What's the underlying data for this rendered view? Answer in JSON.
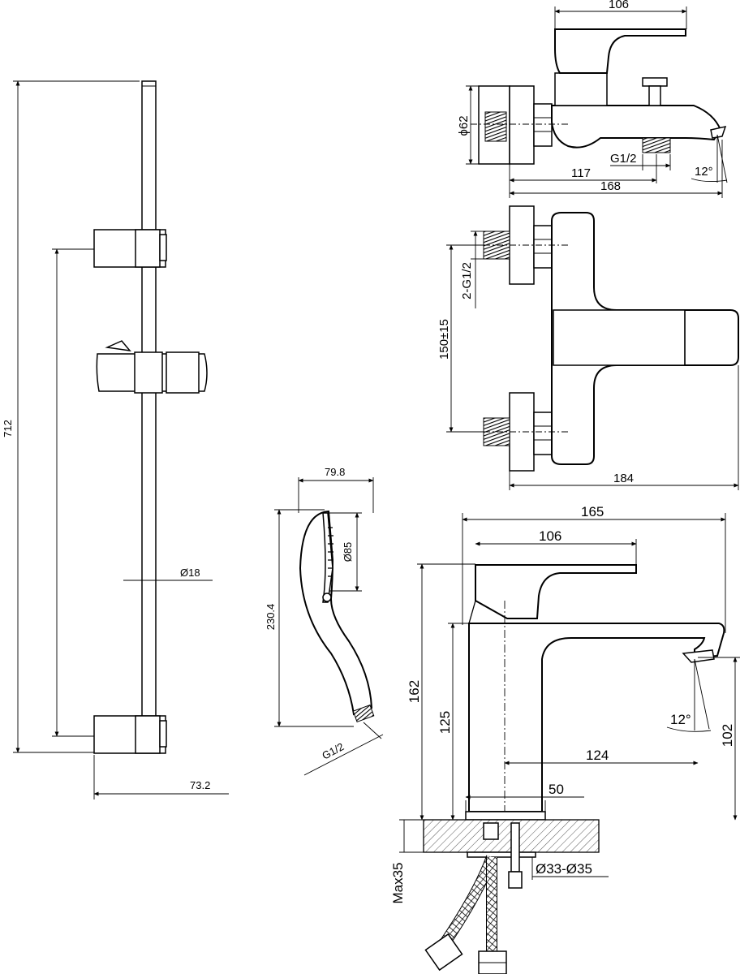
{
  "shower_rail": {
    "height": "712",
    "pipe_diameter": "Ø18",
    "bracket_depth": "73.2"
  },
  "hand_shower": {
    "width": "79.8",
    "head_diameter": "Ø85",
    "length": "230.4",
    "thread": "G1/2"
  },
  "bath_mixer": {
    "handle_width": "106",
    "flange_diameter": "ϕ62",
    "outlet_thread": "G1/2",
    "spout_reach": "117",
    "total_depth": "168",
    "spout_angle": "12°",
    "inlet_thread": "2-G1/2",
    "inlet_spacing": "150±15",
    "total_width": "184"
  },
  "basin_mixer": {
    "total_depth": "165",
    "handle_width": "106",
    "total_height": "162",
    "body_height": "125",
    "spout_angle": "12°",
    "spout_height": "102",
    "spout_reach": "124",
    "base_diameter": "50",
    "hole_diameter": "Ø33-Ø35",
    "max_deck": "Max35"
  }
}
